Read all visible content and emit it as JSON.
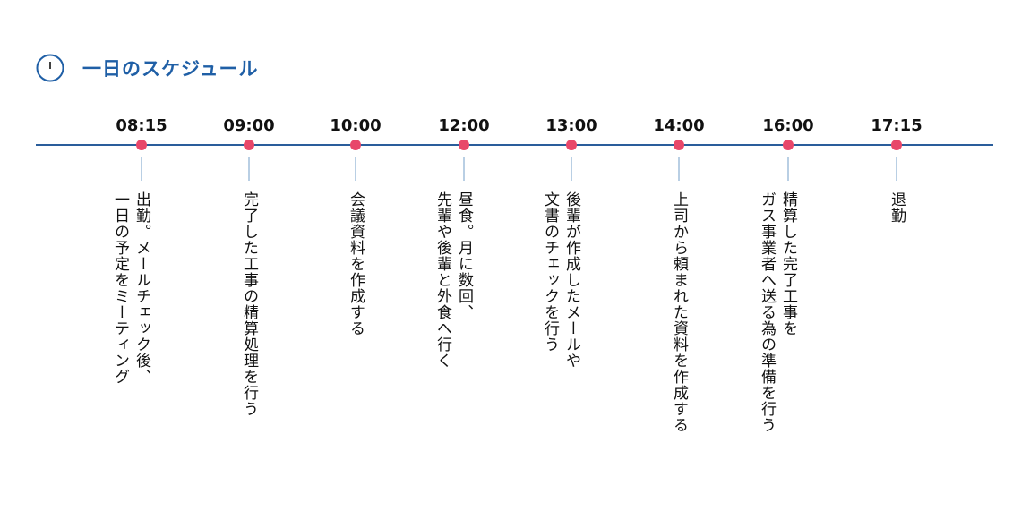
{
  "header": {
    "title": "一日のスケジュール",
    "icon": "clock-icon"
  },
  "colors": {
    "accent": "#1f5fa6",
    "line": "#2a5d9b",
    "dot": "#e8476a",
    "tick": "#b9cfe4",
    "text": "#111111"
  },
  "events": [
    {
      "time": "08:15",
      "text": "出勤。メールチェック後、\n一日の予定をミーティング"
    },
    {
      "time": "09:00",
      "text": "完了した工事の精算処理を行う"
    },
    {
      "time": "10:00",
      "text": "会議資料を作成する"
    },
    {
      "time": "12:00",
      "text": "昼食。月に数回、\n先輩や後輩と外食へ行く"
    },
    {
      "time": "13:00",
      "text": "後輩が作成したメールや\n文書のチェックを行う"
    },
    {
      "time": "14:00",
      "text": "上司から頼まれた資料を作成する"
    },
    {
      "time": "16:00",
      "text": "精算した完了工事を\nガス事業者へ送る為の準備を行う"
    },
    {
      "time": "17:15",
      "text": "退勤"
    }
  ]
}
